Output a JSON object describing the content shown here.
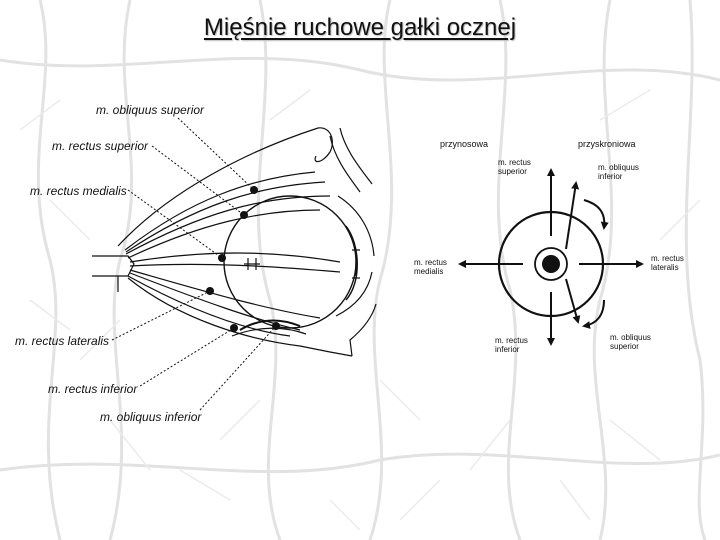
{
  "title": "Mięśnie ruchowe gałki ocznej",
  "left_labels": [
    "m. obliquus superior",
    "m. rectus superior",
    "m. rectus medialis",
    "m. rectus lateralis",
    "m. rectus inferior",
    "m. obliquus inferior"
  ],
  "right_headers": {
    "nasal": "przynosowa",
    "temporal": "przyskroniowa"
  },
  "right_labels": {
    "rectus_superior": [
      "m. rectus",
      "superior"
    ],
    "obliquus_inferior": [
      "m. obliquus",
      "inferior"
    ],
    "rectus_medialis": [
      "m. rectus",
      "medialis"
    ],
    "rectus_lateralis": [
      "m. rectus",
      "lateralis"
    ],
    "rectus_inferior": [
      "m. rectus",
      "inferior"
    ],
    "obliquus_superior": [
      "m. obliquus",
      "superior"
    ]
  },
  "colors": {
    "background": "#ffffff",
    "texture": "#dcdcdc",
    "ink": "#111111"
  }
}
